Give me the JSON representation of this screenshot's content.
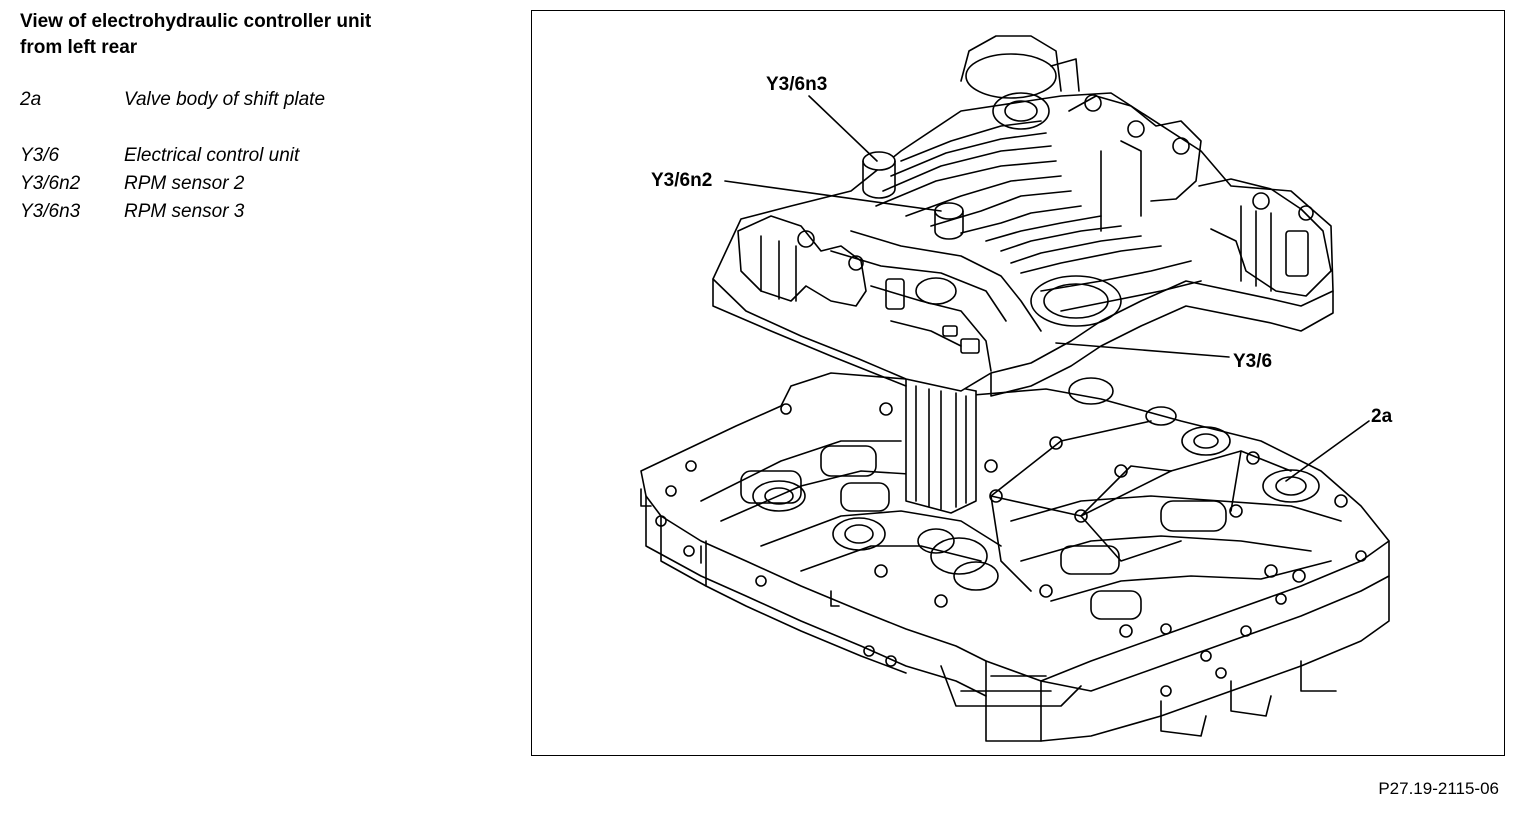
{
  "header": {
    "title_line1": "View of electrohydraulic controller unit",
    "title_line2": "from left rear"
  },
  "legend": {
    "items": [
      {
        "code": "2a",
        "desc": "Valve body of shift plate"
      },
      {
        "code": "Y3/6",
        "desc": "Electrical control unit"
      },
      {
        "code": "Y3/6n2",
        "desc": "RPM sensor 2"
      },
      {
        "code": "Y3/6n3",
        "desc": "RPM sensor 3"
      }
    ]
  },
  "diagram": {
    "callouts": {
      "y36n3": "Y3/6n3",
      "y36n2": "Y3/6n2",
      "y36": "Y3/6",
      "a2": "2a"
    }
  },
  "footer": {
    "reference": "P27.19-2115-06"
  }
}
